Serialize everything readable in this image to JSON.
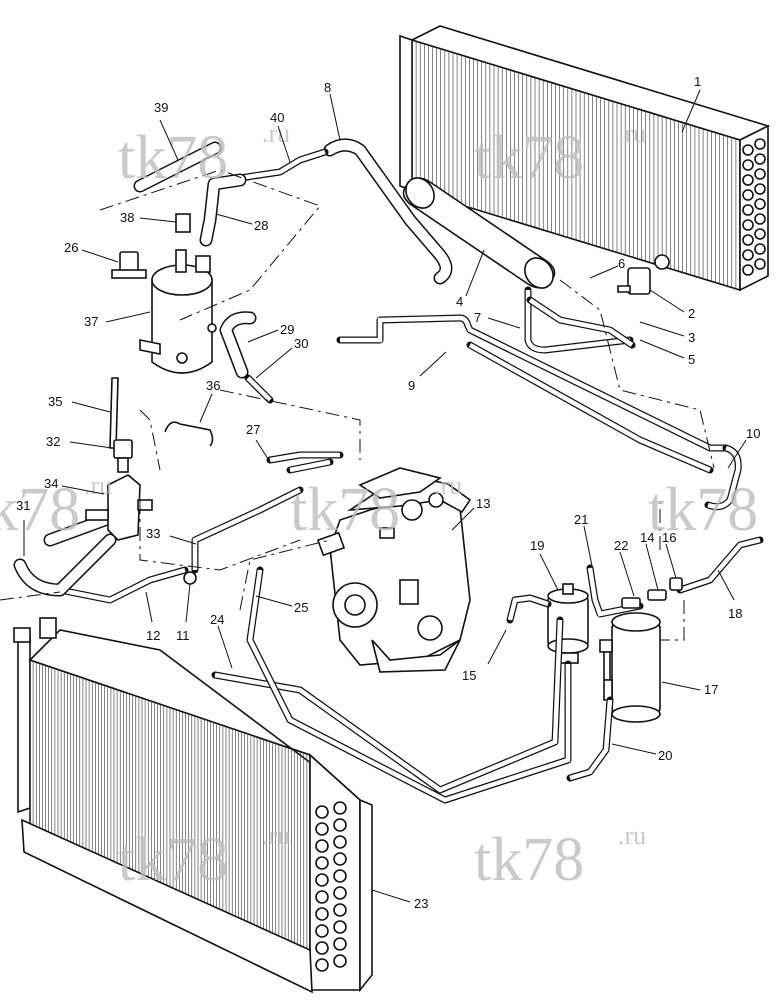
{
  "watermark": {
    "main": "tk78",
    "suffix": ".ru"
  },
  "callouts": [
    "1",
    "2",
    "3",
    "4",
    "5",
    "6",
    "7",
    "8",
    "9",
    "10",
    "11",
    "12",
    "13",
    "14",
    "15",
    "16",
    "17",
    "18",
    "19",
    "20",
    "21",
    "22",
    "23",
    "24",
    "25",
    "26",
    "27",
    "28",
    "29",
    "30",
    "31",
    "32",
    "33",
    "34",
    "35",
    "36",
    "37",
    "38",
    "39",
    "40"
  ],
  "colors": {
    "line": "#111111",
    "watermark": "#bdbdbd",
    "background": "#ffffff"
  }
}
